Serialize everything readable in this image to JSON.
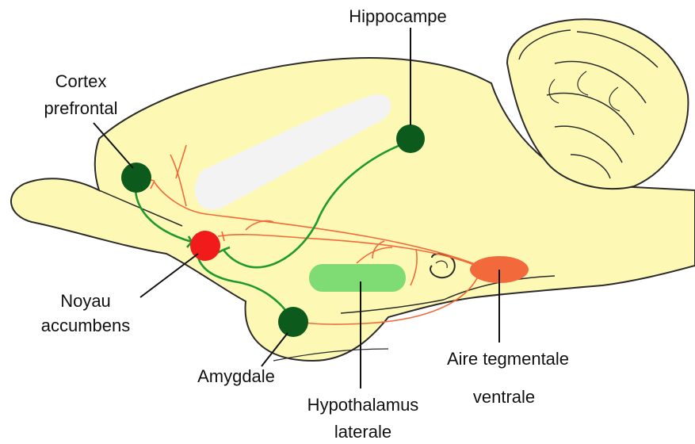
{
  "labels": {
    "hippocampe": "Hippocampe",
    "cortex_line1": "Cortex",
    "cortex_line2": "prefrontal",
    "noyau_line1": "Noyau",
    "noyau_line2": "accumbens",
    "amygdale": "Amygdale",
    "hypothalamus_line1": "Hypothalamus",
    "hypothalamus_line2": "laterale",
    "aire_line1": "Aire tegmentale",
    "aire_line2": "ventrale"
  },
  "colors": {
    "brain_fill": "#fdf9b5",
    "brain_outline": "#2b2b2b",
    "green_node": "#0c5a1c",
    "green_path": "#1f9a2e",
    "red_node": "#f21b1b",
    "dopamine_path": "#f26a3c",
    "vta_fill": "#f26a3c",
    "hypothalamus_fill": "#7fdc74",
    "ventricle_fill": "#f3f3f3"
  }
}
